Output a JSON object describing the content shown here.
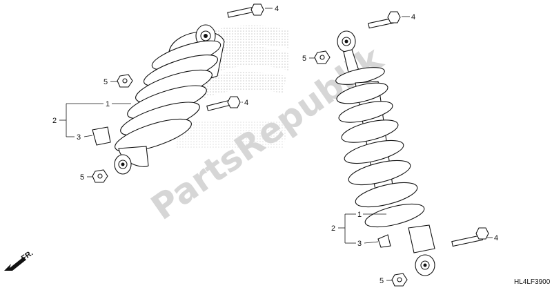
{
  "watermark": {
    "text": "PartsRepublik"
  },
  "diagram_code": "HL4LF3900",
  "direction_indicator": {
    "label": "FR."
  },
  "left_assembly": {
    "callouts": {
      "c1": "1",
      "c2": "2",
      "c3": "3",
      "c4_top": "4",
      "c4_mid": "4",
      "c5_upper": "5",
      "c5_lower": "5"
    }
  },
  "right_assembly": {
    "callouts": {
      "c1": "1",
      "c2": "2",
      "c3": "3",
      "c4_top": "4",
      "c4_low": "4",
      "c5_upper": "5",
      "c5_lower": "5"
    }
  }
}
